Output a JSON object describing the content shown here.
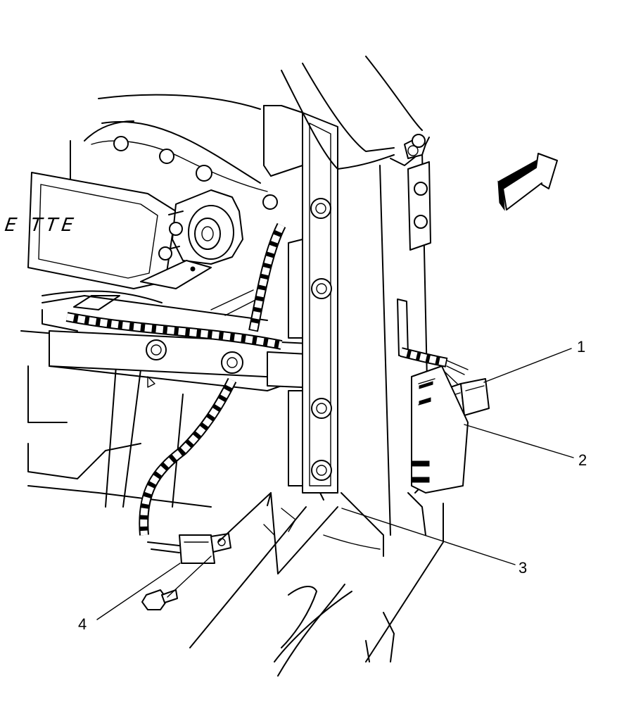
{
  "badge_text": "E TTE",
  "callouts": [
    {
      "id": "1",
      "label": "1"
    },
    {
      "id": "2",
      "label": "2"
    },
    {
      "id": "3",
      "label": "3"
    },
    {
      "id": "4",
      "label": "4"
    }
  ],
  "icons": {
    "direction_arrow": "forward-arrow-icon",
    "bolt": "bolt-icon",
    "connector": "connector-icon"
  }
}
